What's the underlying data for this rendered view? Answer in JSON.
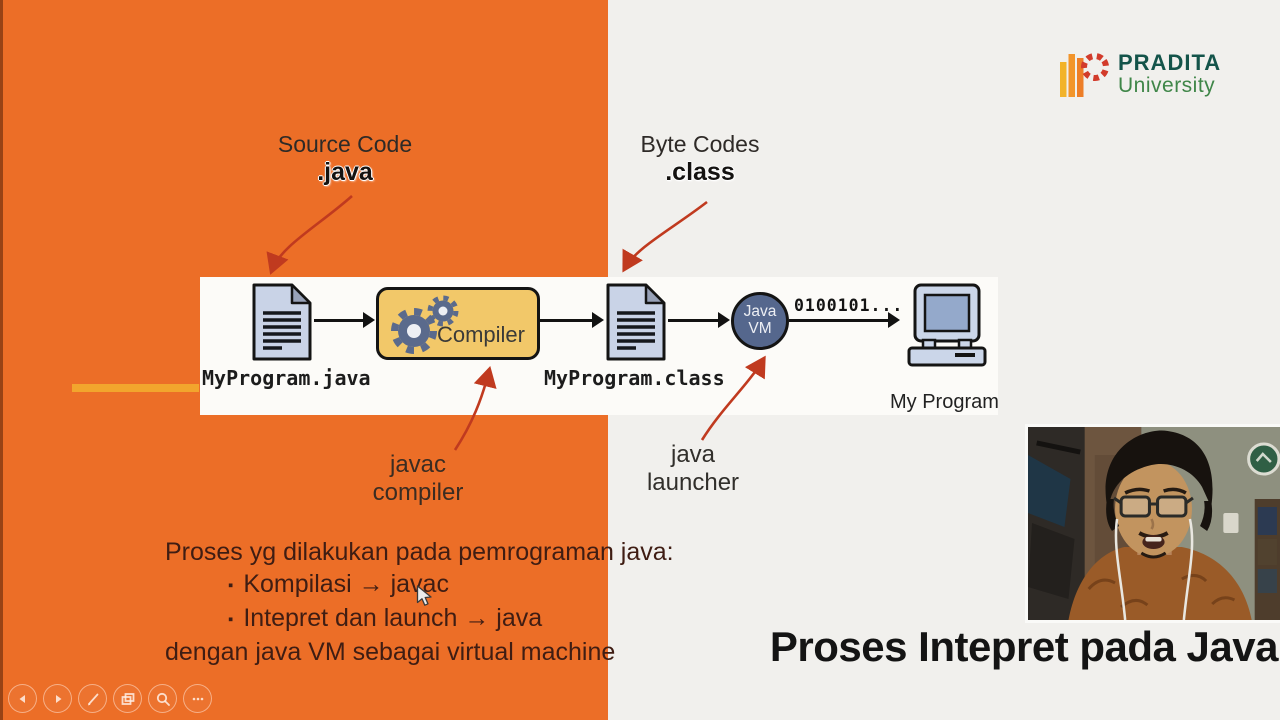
{
  "colors": {
    "orange_panel": "#EC6E27",
    "gray_panel": "#F1F0ED",
    "band_white": "#FCFBF8",
    "accent_yellow": "#F2A52D",
    "annotation_red": "#C03A1F",
    "compiler_gold": "#F2C869",
    "vm_blue": "#55678D",
    "body_text": "#3F1D13",
    "logo_green_dark": "#14544A",
    "logo_green": "#3F8648"
  },
  "logo": {
    "name": "PRADITA",
    "subname": "University"
  },
  "annotations": {
    "source_code": "Source Code",
    "source_ext": ".java",
    "byte_codes": "Byte Codes",
    "byte_ext": ".class",
    "javac": [
      "javac",
      "compiler"
    ],
    "launcher": [
      "java",
      "launcher"
    ]
  },
  "diagram": {
    "source_file": "MyProgram.java",
    "compiler_label": "Compiler",
    "class_file": "MyProgram.class",
    "vm": [
      "Java",
      "VM"
    ],
    "binary_stream": "0100101...",
    "program_label": "My Program"
  },
  "body": {
    "marker": "▪",
    "intro": "Proses yg dilakukan pada pemrograman java:",
    "bullets": [
      "Kompilasi → javac",
      "Intepret dan launch → java"
    ],
    "outro": "dengan java VM sebagai virtual machine"
  },
  "title": "Proses Intepret pada Java",
  "toolbar": {
    "icons": [
      "previous-slide",
      "next-slide",
      "pen",
      "see-all-slides",
      "zoom",
      "more-options"
    ]
  }
}
